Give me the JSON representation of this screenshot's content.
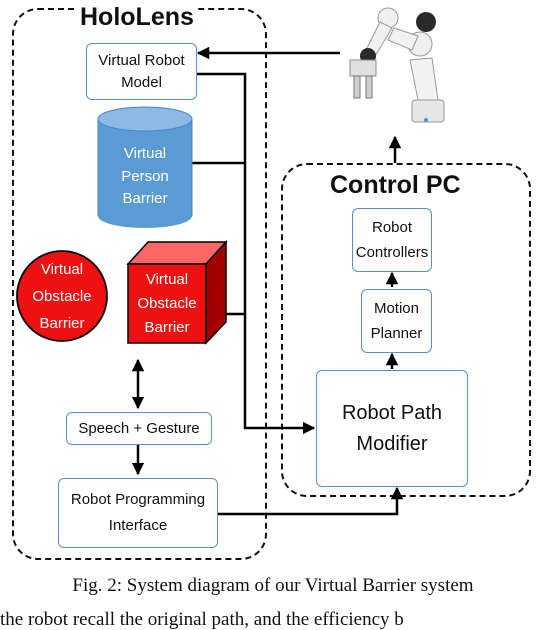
{
  "containers": {
    "hololens": {
      "title": "HoloLens"
    },
    "control_pc": {
      "title": "Control PC"
    }
  },
  "nodes": {
    "virtual_robot_model": "Virtual Robot\nModel",
    "virtual_person_barrier": "Virtual\nPerson\nBarrier",
    "virtual_obstacle_sphere": "Virtual\nObstacle\nBarrier",
    "virtual_obstacle_cube": "Virtual\nObstacle\nBarrier",
    "speech_gesture": "Speech + Gesture",
    "robot_programming_interface": "Robot Programming\nInterface",
    "robot_controllers": "Robot\nControllers",
    "motion_planner": "Motion\nPlanner",
    "robot_path_modifier": "Robot Path\nModifier"
  },
  "colors": {
    "box_border": "#5b8fd1",
    "cylinder_blue": "#5b9bd5",
    "obstacle_red": "#ee1111",
    "arrow": "#000000"
  },
  "icons": {
    "robot_arm": "robot-arm-icon"
  },
  "caption": "Fig. 2: System diagram of our Virtual Barrier system",
  "trailing_text": "the robot recall the original path, and the efficiency b"
}
